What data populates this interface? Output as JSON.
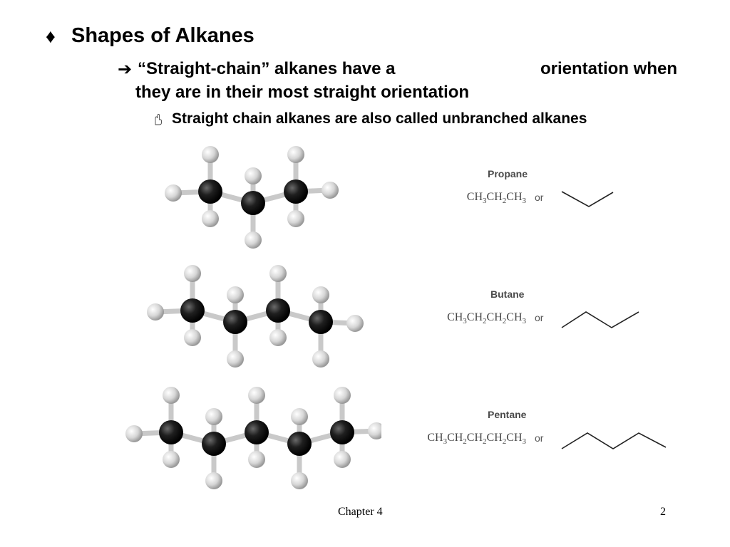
{
  "slide": {
    "title_bullet": "♦",
    "title": "Shapes of Alkanes",
    "point_arrow": "➔",
    "point_part1": "“Straight-chain” alkanes have a",
    "point_part2": "orientation when",
    "point_line2": "they are in their most straight orientation",
    "sub_point": "Straight chain alkanes are also called unbranched alkanes"
  },
  "molecules": [
    {
      "name": "Propane",
      "formula_parts": [
        "CH",
        "3",
        "CH",
        "2",
        "CH",
        "3"
      ],
      "or_label": "or",
      "carbons": 3
    },
    {
      "name": "Butane",
      "formula_parts": [
        "CH",
        "3",
        "CH",
        "2",
        "CH",
        "2",
        "CH",
        "3"
      ],
      "or_label": "or",
      "carbons": 4
    },
    {
      "name": "Pentane",
      "formula_parts": [
        "CH",
        "3",
        "CH",
        "2",
        "CH",
        "2",
        "CH",
        "2",
        "CH",
        "3"
      ],
      "or_label": "or",
      "carbons": 5
    }
  ],
  "footer": {
    "chapter": "Chapter 4",
    "page": "2"
  },
  "colors": {
    "carbon": "#1f1f1f",
    "hydrogen": "#d6d6d6",
    "bond": "#c9c9c9",
    "skeletal_line": "#222222"
  }
}
